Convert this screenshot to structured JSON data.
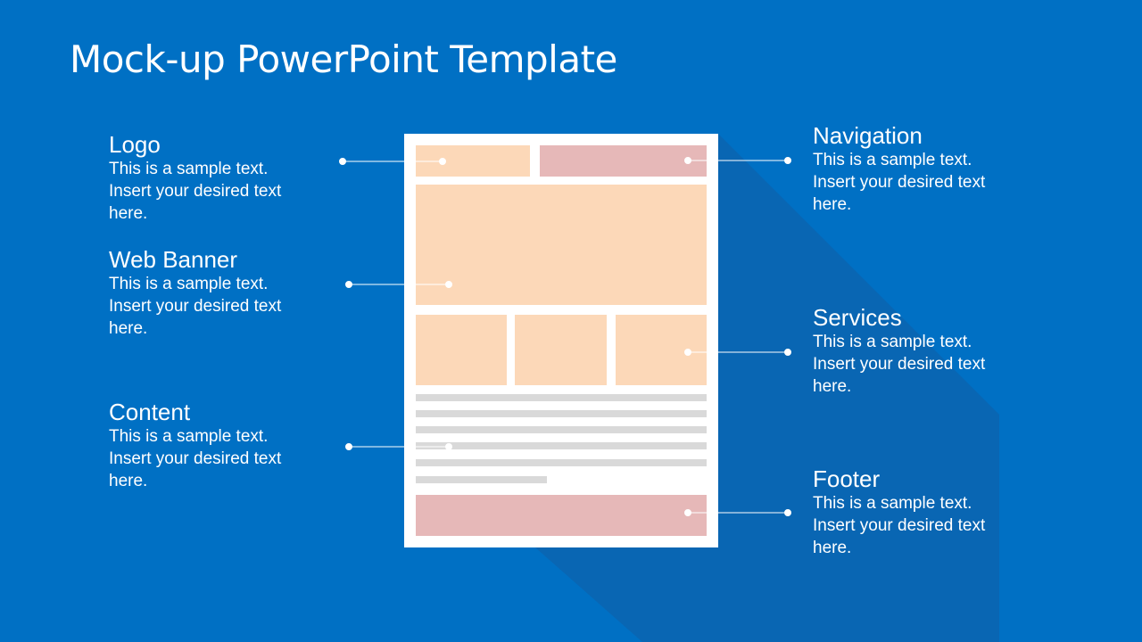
{
  "slide": {
    "title": "Mock-up PowerPoint Template"
  },
  "colors": {
    "background": "#0070c4",
    "page": "#ffffff",
    "peach_block": "#fcd8b8",
    "pink_block": "#e6b8b8",
    "text_line": "#d9d9d9",
    "connector": "#ffffff"
  },
  "callouts": {
    "logo": {
      "heading": "Logo",
      "body": "This is a sample text.\nInsert your desired text\nhere."
    },
    "web_banner": {
      "heading": "Web Banner",
      "body": "This is a sample text.\nInsert your desired text\nhere."
    },
    "content": {
      "heading": "Content",
      "body": "This is a sample text.\nInsert your desired text\nhere."
    },
    "navigation": {
      "heading": "Navigation",
      "body": "This is a sample text.\nInsert your desired text\nhere."
    },
    "services": {
      "heading": "Services",
      "body": "This is a sample text.\nInsert your desired text\nhere."
    },
    "footer": {
      "heading": "Footer",
      "body": "This is a sample text.\nInsert your desired text\nhere."
    }
  }
}
